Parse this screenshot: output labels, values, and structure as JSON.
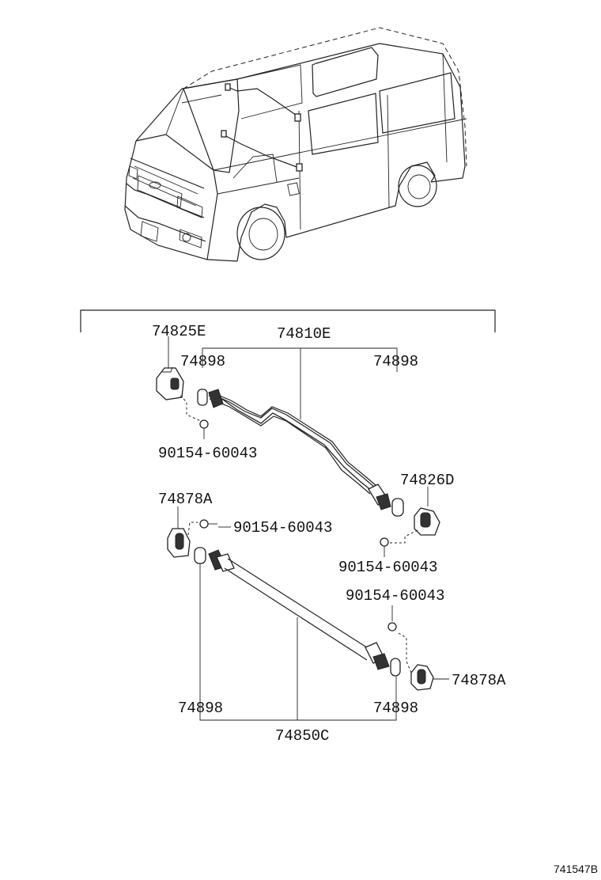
{
  "labels": {
    "part_74825E": "74825E",
    "part_74810E": "74810E",
    "part_74898_tl": "74898",
    "part_74898_tr": "74898",
    "part_74826D": "74826D",
    "part_74878A_l": "74878A",
    "part_74878A_r": "74878A",
    "part_74850C": "74850C",
    "part_74898_bl": "74898",
    "part_74898_br": "74898",
    "bolt_1": "90154-60043",
    "bolt_2": "90154-60043",
    "bolt_3": "90154-60043",
    "bolt_4": "90154-60043"
  },
  "diagram_code": "741547B"
}
